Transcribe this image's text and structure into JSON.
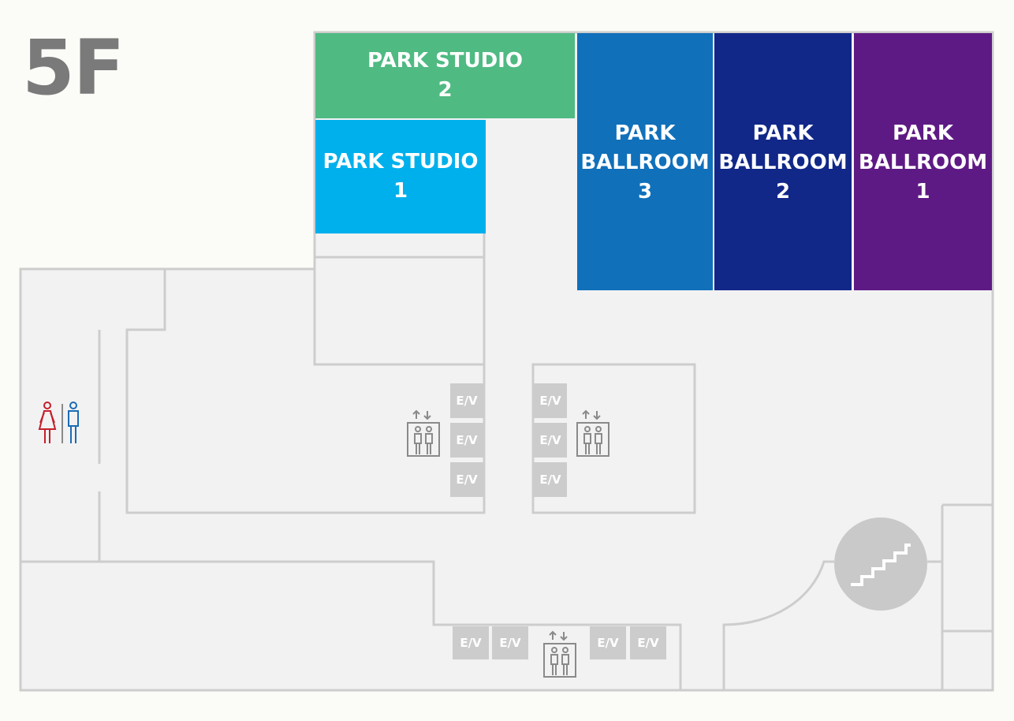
{
  "floor": {
    "label": "5F"
  },
  "colors": {
    "park_studio_2": "#4fba82",
    "park_studio_1": "#00b0ec",
    "park_ballroom_3": "#1070ba",
    "park_ballroom_2": "#112888",
    "park_ballroom_1": "#5e1a84",
    "floor": "#f2f2f3",
    "walls": "#cdcdcd",
    "facility_blocks": "#cccccc",
    "restroom_female": "#c41f2a",
    "restroom_male": "#1b6cb5"
  },
  "rooms": {
    "park_studio_2": {
      "line1": "PARK STUDIO",
      "line2": "2"
    },
    "park_studio_1": {
      "line1": "PARK STUDIO",
      "line2": "1"
    },
    "park_ballroom_3": {
      "line1": "PARK",
      "line2": "BALLROOM",
      "line3": "3"
    },
    "park_ballroom_2": {
      "line1": "PARK",
      "line2": "BALLROOM",
      "line3": "2"
    },
    "park_ballroom_1": {
      "line1": "PARK",
      "line2": "BALLROOM",
      "line3": "1"
    }
  },
  "elevators": {
    "label": "E/V",
    "center_left": [
      "E/V",
      "E/V",
      "E/V"
    ],
    "center_right": [
      "E/V",
      "E/V",
      "E/V"
    ],
    "bottom": [
      "E/V",
      "E/V",
      "E/V",
      "E/V"
    ]
  },
  "icons": {
    "restroom": "restroom-icon",
    "elevator": "elevator-icon",
    "stairs": "stairs-icon"
  }
}
